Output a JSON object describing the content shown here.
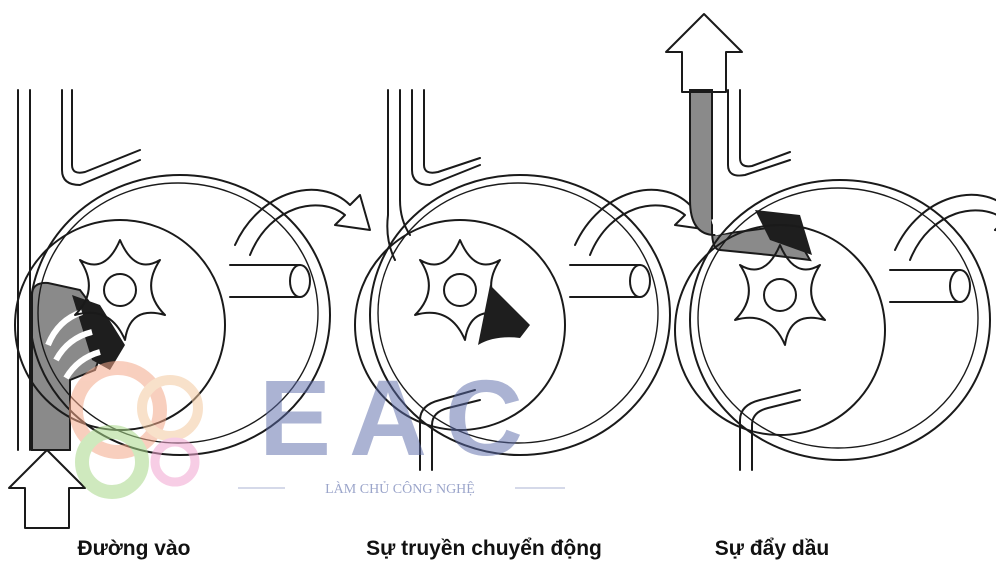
{
  "captions": [
    "Đường vào",
    "Sự truyền chuyển động",
    "Sự đẩy dầu"
  ],
  "watermark": {
    "logo_text": "EAC",
    "tagline": "LÀM CHỦ CÔNG NGHỆ"
  },
  "colors": {
    "line": "#1a1a1a",
    "oil": "#8a8a8a",
    "dark": "#1e1e1e",
    "watermark_text": "#5a6aa8"
  }
}
